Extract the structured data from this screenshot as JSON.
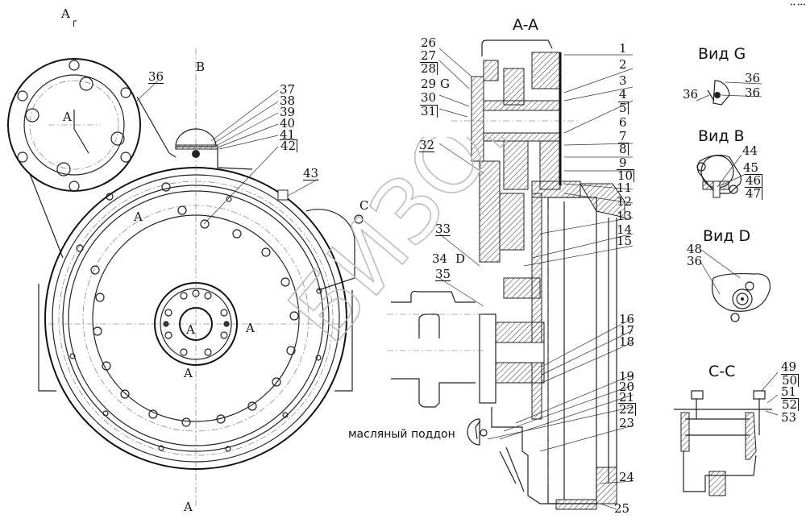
{
  "drawing": {
    "corner_mark": "•• •••",
    "section_titles": {
      "aa": "A-A",
      "view_g": "Вид G",
      "view_b": "Вид B",
      "view_d": "Вид D",
      "cc": "C-C"
    },
    "section_marks": {
      "a_top": "A",
      "b_mark": "B",
      "a_left_circle": "A",
      "a_mid": "A",
      "a_center": "A",
      "a_right": "A",
      "a_center_bottom": "A",
      "a_bottom": "A",
      "c_mark": "C",
      "g_mark": "G",
      "d_mark": "D"
    },
    "annotation": "масляный поддон",
    "watermark": "БИЗОН",
    "callouts_left": [
      "36",
      "37",
      "38",
      "39",
      "40",
      "41",
      "42",
      "43"
    ],
    "callouts_aa_left": [
      "26",
      "27",
      "28",
      "29",
      "30",
      "31",
      "32",
      "33",
      "34",
      "35"
    ],
    "callouts_aa_right": [
      "1",
      "2",
      "3",
      "4",
      "5",
      "6",
      "7",
      "8",
      "9",
      "10",
      "11",
      "12",
      "13",
      "14",
      "15",
      "16",
      "17",
      "18",
      "19",
      "20",
      "21",
      "22",
      "23",
      "24",
      "25"
    ],
    "callouts_view_g": [
      "36",
      "36",
      "36"
    ],
    "callouts_view_b": [
      "44",
      "45",
      "46",
      "47"
    ],
    "callouts_view_d": [
      "48",
      "36"
    ],
    "callouts_cc": [
      "49",
      "50",
      "51",
      "52",
      "53"
    ],
    "boxed_callouts": [
      "5",
      "8",
      "10",
      "22",
      "28",
      "31",
      "46",
      "47",
      "50",
      "52"
    ]
  }
}
